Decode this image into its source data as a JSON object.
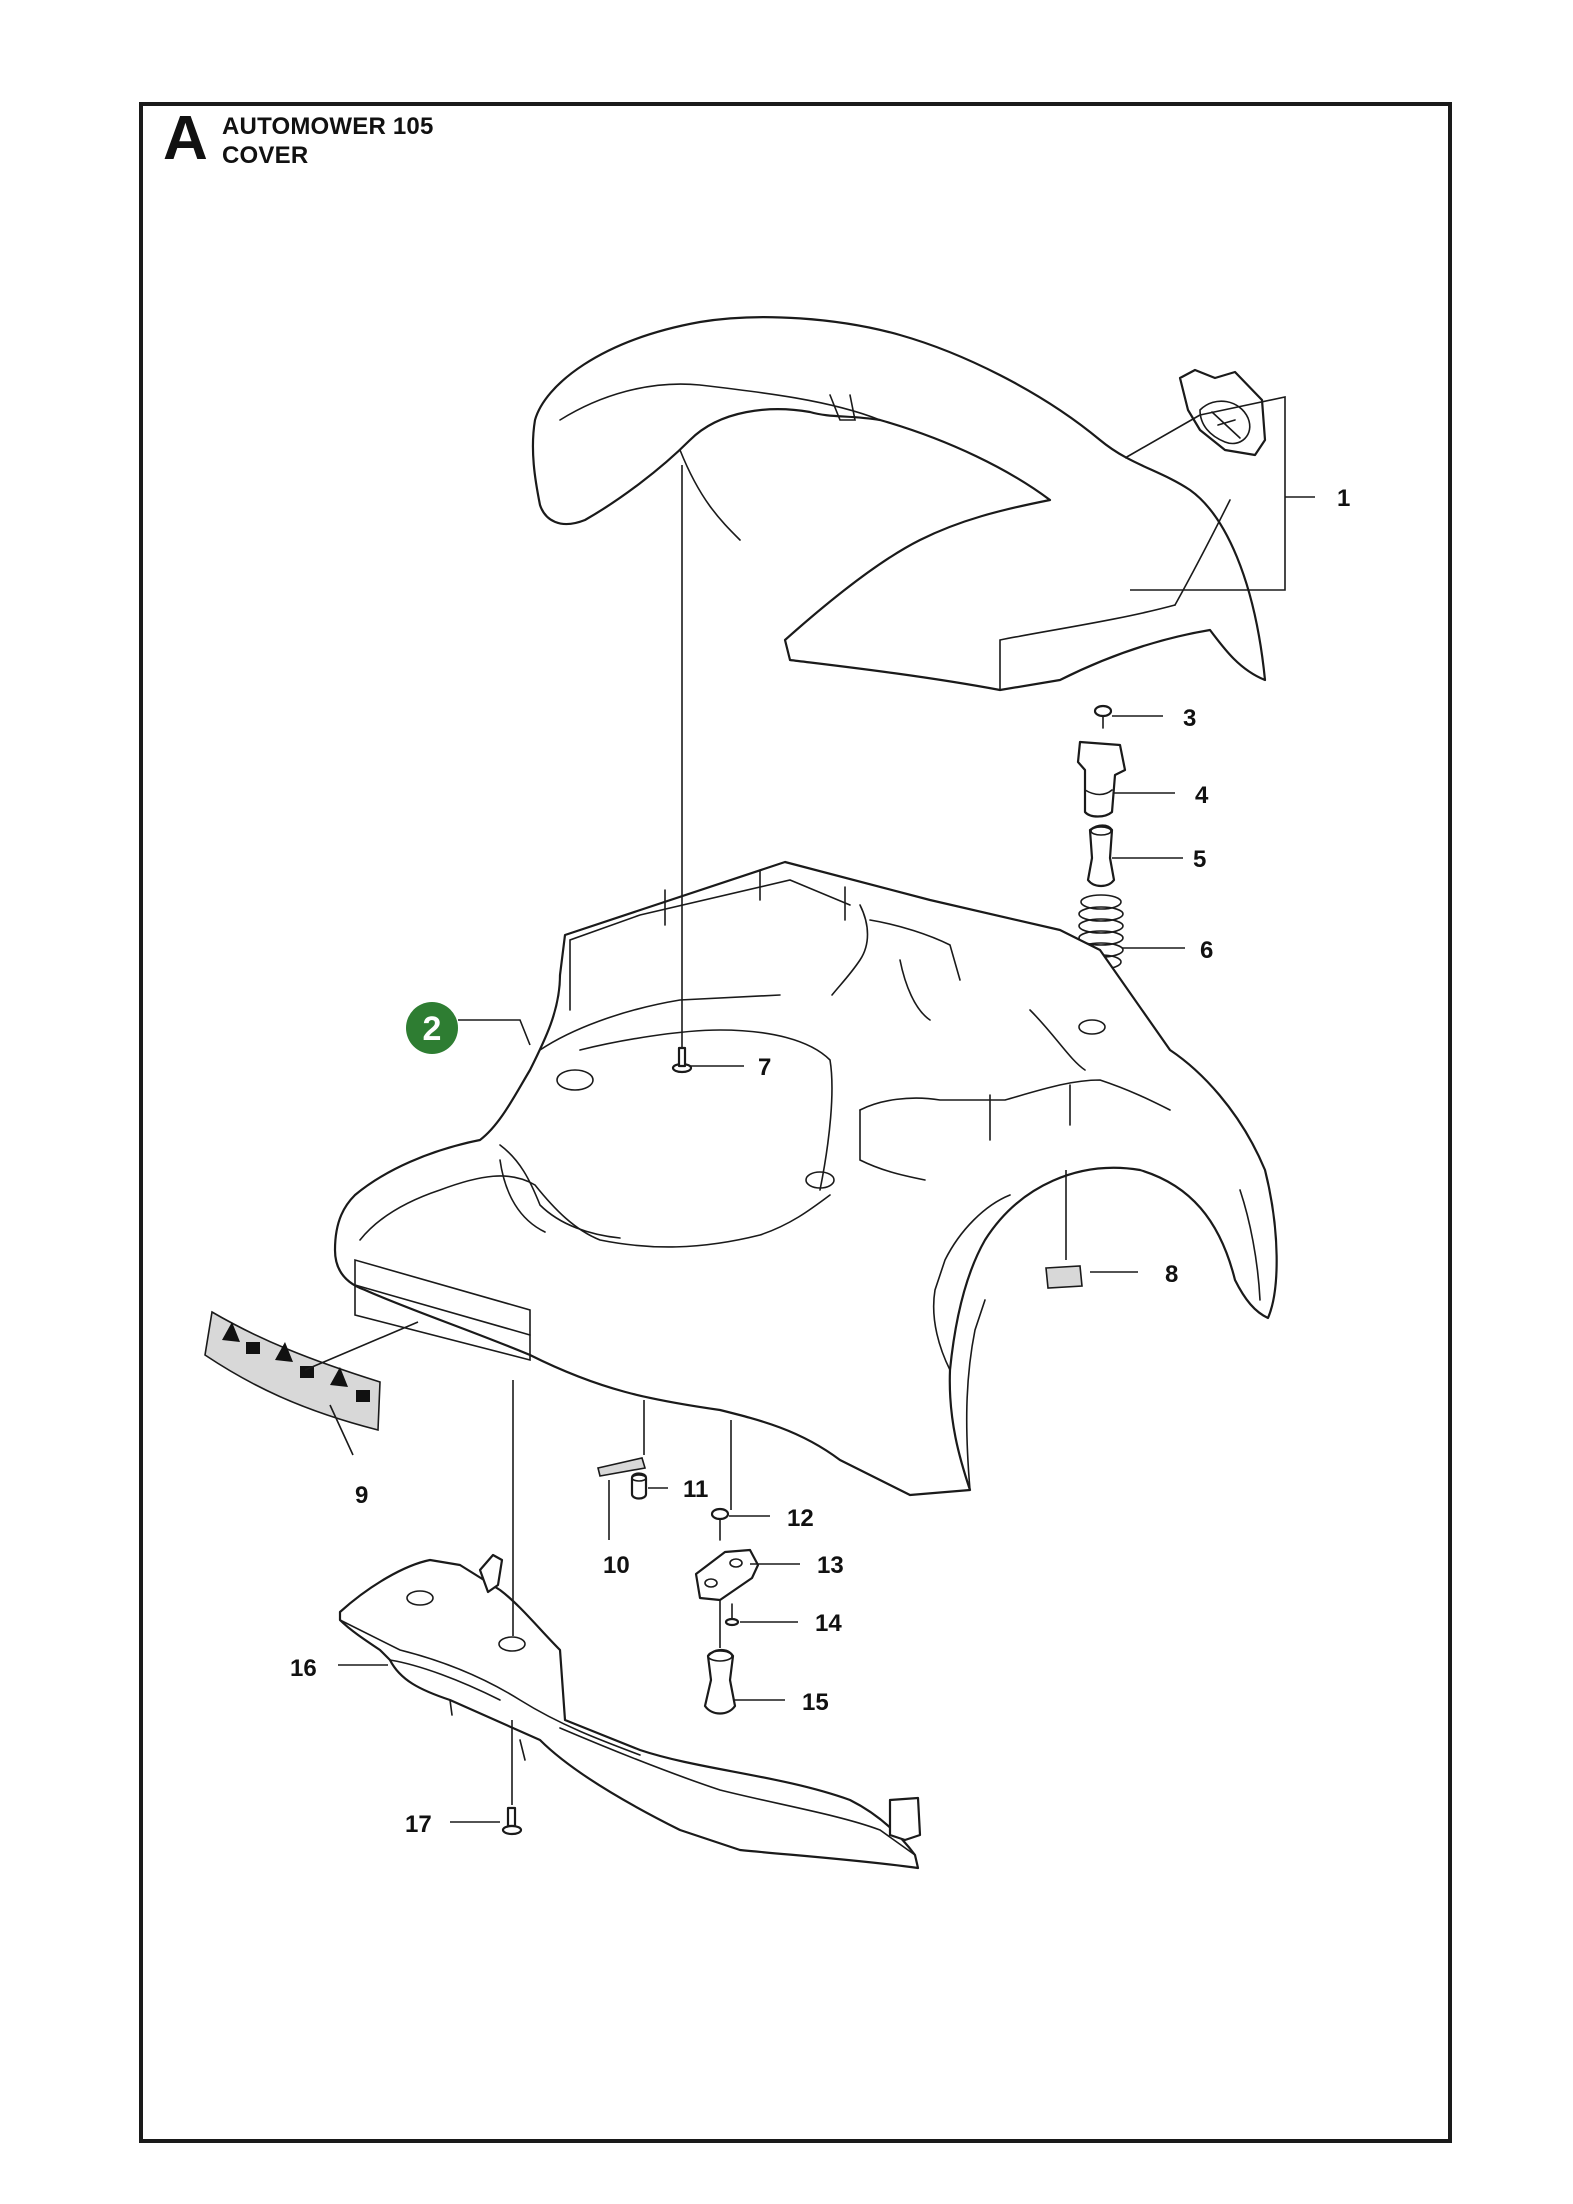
{
  "header": {
    "section_letter": "A",
    "model": "AUTOMOWER 105",
    "assembly": "COVER"
  },
  "highlight": {
    "number": "2",
    "color": "#2e7d32"
  },
  "callouts": [
    "1",
    "3",
    "4",
    "5",
    "6",
    "7",
    "8",
    "9",
    "10",
    "11",
    "12",
    "13",
    "14",
    "15",
    "16",
    "17"
  ]
}
